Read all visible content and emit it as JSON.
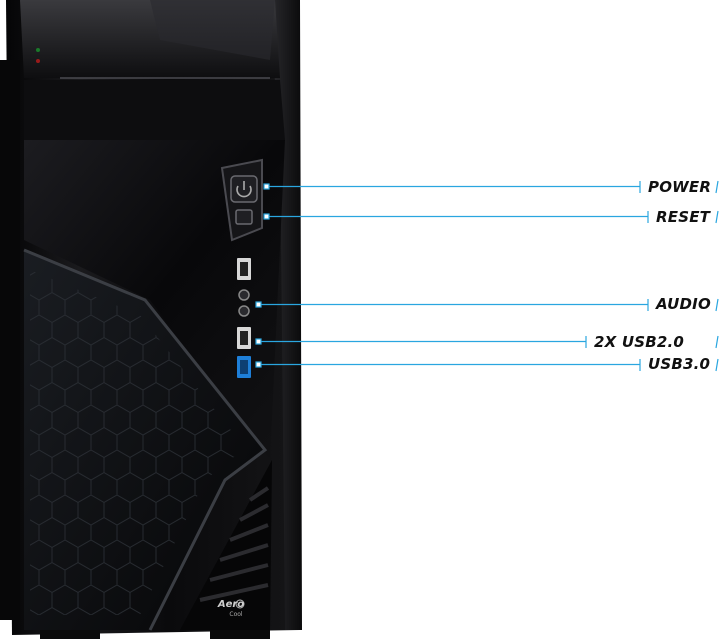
{
  "callouts": [
    {
      "id": "power",
      "label": "POWER"
    },
    {
      "id": "reset",
      "label": "RESET"
    },
    {
      "id": "audio",
      "label": "AUDIO"
    },
    {
      "id": "usb2",
      "label": "2X USB2.0"
    },
    {
      "id": "usb3",
      "label": "USB3.0"
    }
  ],
  "brand": {
    "name": "Aero",
    "sub": "Cool"
  },
  "colors": {
    "leader_line": "#2aa6e0",
    "case_body": "#0c0c0e",
    "usb3_port": "#1e7fd8",
    "label_text": "#111111"
  },
  "icons": [
    "power-icon",
    "reset-button-icon",
    "usb-port-icon",
    "audio-jack-icon",
    "aerocool-logo-icon"
  ]
}
